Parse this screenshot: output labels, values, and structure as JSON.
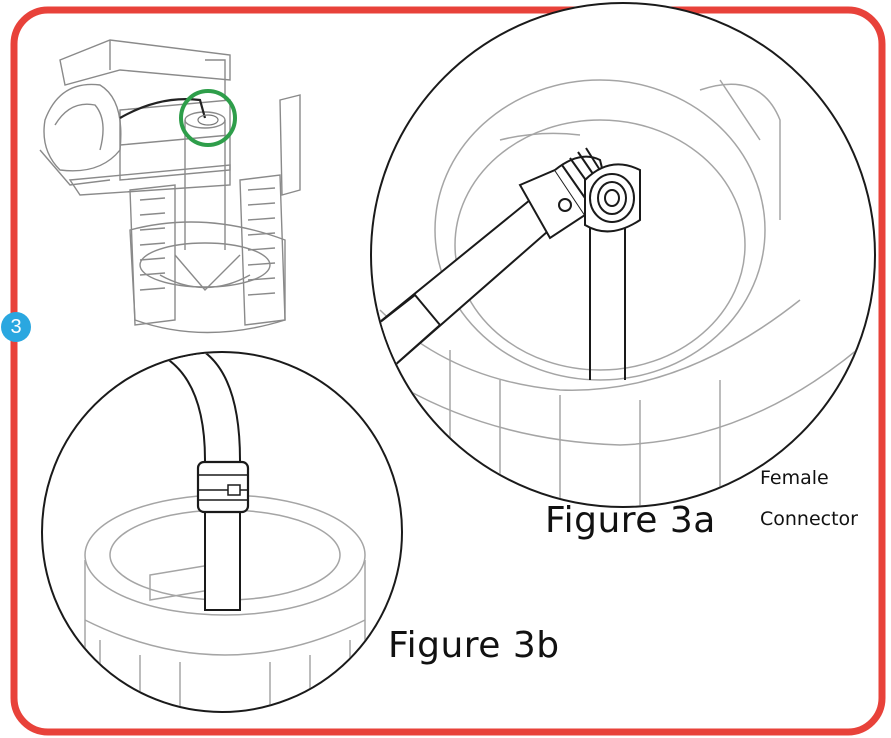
{
  "step": {
    "number": "3"
  },
  "labels": {
    "figure_3a": "Figure 3a",
    "figure_3b": "Figure 3b",
    "female_line1": "Female",
    "female_line2": "Connector"
  },
  "colors": {
    "frame": "#e8423a",
    "badge": "#2aa7e0",
    "highlight_circle": "#2e9e4a",
    "line_art": "#9a9a9a"
  },
  "icons": {
    "step_badge": "circle-number-icon"
  }
}
